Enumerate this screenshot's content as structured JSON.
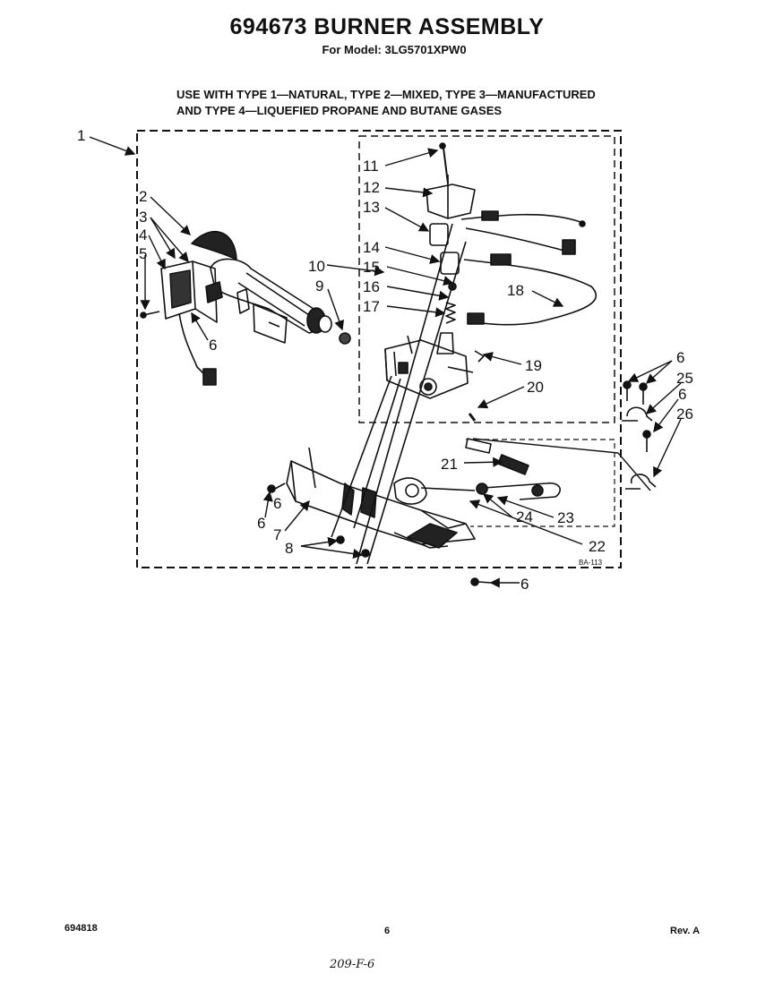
{
  "header": {
    "title": "694673 BURNER ASSEMBLY",
    "model_line": "For Model: 3LG5701XPW0"
  },
  "notes": [
    "USE WITH TYPE 1—NATURAL, TYPE 2—MIXED, TYPE 3—MANUFACTURED",
    "AND TYPE 4—LIQUEFIED PROPANE AND BUTANE GASES"
  ],
  "diagram": {
    "ref_code": "BA-113",
    "callouts": [
      "1",
      "2",
      "3",
      "4",
      "5",
      "6",
      "6",
      "6",
      "6",
      "6",
      "6",
      "7",
      "8",
      "9",
      "10",
      "11",
      "12",
      "13",
      "14",
      "15",
      "16",
      "17",
      "18",
      "19",
      "20",
      "21",
      "22",
      "23",
      "24",
      "25",
      "26"
    ]
  },
  "footer": {
    "part_number": "694818",
    "page_number": "6",
    "revision": "Rev. A",
    "handwritten_note": "209-F-6"
  }
}
